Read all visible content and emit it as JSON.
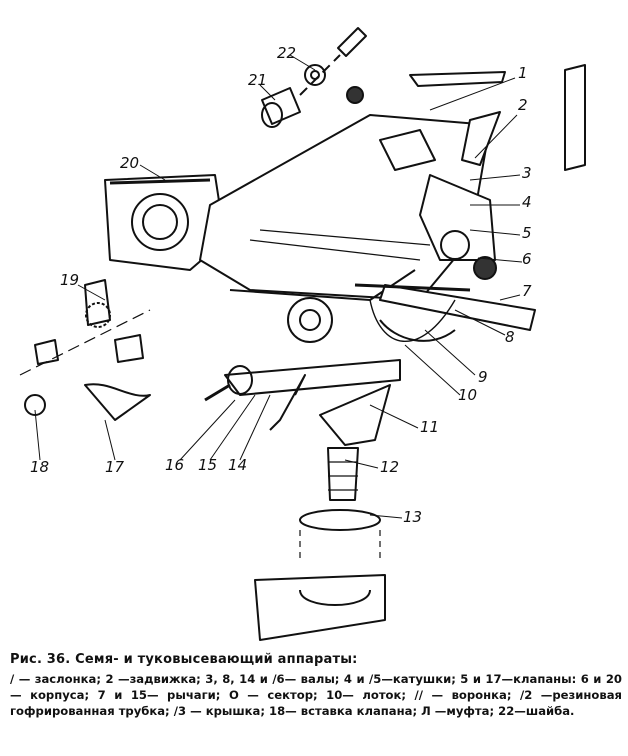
{
  "caption": {
    "title": "Рис. 36. Семя- и туковысевающий аппараты:",
    "legend": "/ — заслонка; 2 —задвижка; 3, 8, 14 и /6— валы; 4 и /5—катушки; 5 и 17—клапаны: 6 и 20— корпуса; 7 и 15— рычаги; О — сектор; 10— лоток; // — воронка; /2 —резиновая гофрированная трубка; /3 — крышка; 18— вставка клапана; Л —муфта; 22—шайба."
  },
  "labels": [
    "1",
    "2",
    "3",
    "4",
    "5",
    "6",
    "7",
    "8",
    "9",
    "10",
    "11",
    "12",
    "13",
    "14",
    "15",
    "16",
    "17",
    "18",
    "19",
    "20",
    "21",
    "22"
  ]
}
